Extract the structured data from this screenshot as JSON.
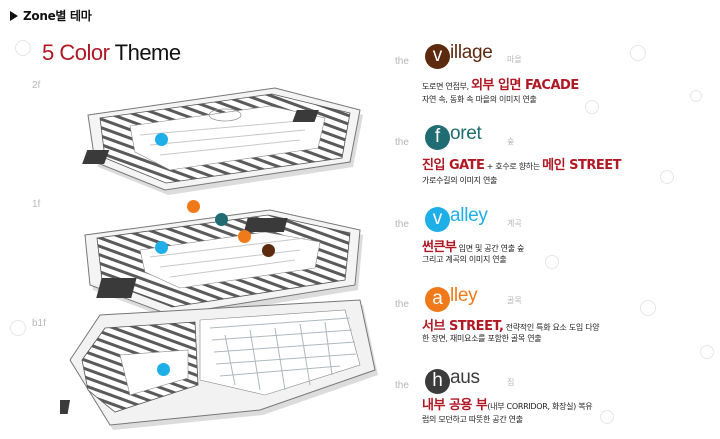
{
  "header": {
    "title": "Zone별 테마"
  },
  "title": {
    "highlight": "5 Color",
    "rest": "Theme"
  },
  "floors": [
    "2f",
    "1f",
    "b1f"
  ],
  "themes": [
    {
      "the": "the",
      "initial": "v",
      "rest": "illage",
      "korean": "마을",
      "color": "#5c2a0e",
      "line1_pre": "도로면 연접부, ",
      "line1_big": "외부 입면 FACADE",
      "line1_post": "",
      "line2": "자연 속, 동화 속 마을의 이미지 연출"
    },
    {
      "the": "the",
      "initial": "f",
      "rest": "oret",
      "korean": "숲",
      "color": "#1f6c72",
      "line1_pre": "",
      "line1_big": "진입 GATE",
      "line1_post": " + 호수로 향하는 ",
      "line1_big2": "메인 STREET",
      "line2": "가로수길의 이미지 연출"
    },
    {
      "the": "the",
      "initial": "v",
      "rest": "alley",
      "korean": "계곡",
      "color": "#1eaee8",
      "line1_pre": "",
      "line1_big": "썬큰부",
      "line1_post": " 입면 및 공간 연출 숲",
      "line2": "그리고 계곡의 이미지 연출"
    },
    {
      "the": "the",
      "initial": "a",
      "rest": "lley",
      "korean": "골목",
      "color": "#f07a1a",
      "line1_pre": "",
      "line1_big": "서브 STREET,",
      "line1_post": " 전략적인 특화 요소 도입 다양",
      "line2": "한 장면, 재미요소를 포함한 골목 연출"
    },
    {
      "the": "the",
      "initial": "h",
      "rest": "aus",
      "korean": "집",
      "color": "#3b3b3b",
      "line1_pre": "",
      "line1_big": "내부 공용 부",
      "line1_post": "(내부 CORRIDOR, 화장실)  복유",
      "line2": "럽의 모던하고 따뜻한 공간 연출"
    }
  ],
  "colors": {
    "accent": "#b01824",
    "cyan": "#1eaee8",
    "orange": "#f07a1a",
    "teal": "#1f6c72",
    "brown": "#5c2a0e"
  }
}
